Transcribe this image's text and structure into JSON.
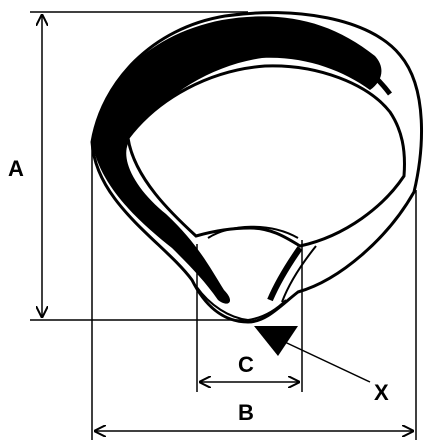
{
  "diagram": {
    "labels": {
      "a": "A",
      "b": "B",
      "c": "C",
      "x": "X"
    },
    "colors": {
      "ink": "#000000",
      "paper": "#ffffff"
    }
  }
}
